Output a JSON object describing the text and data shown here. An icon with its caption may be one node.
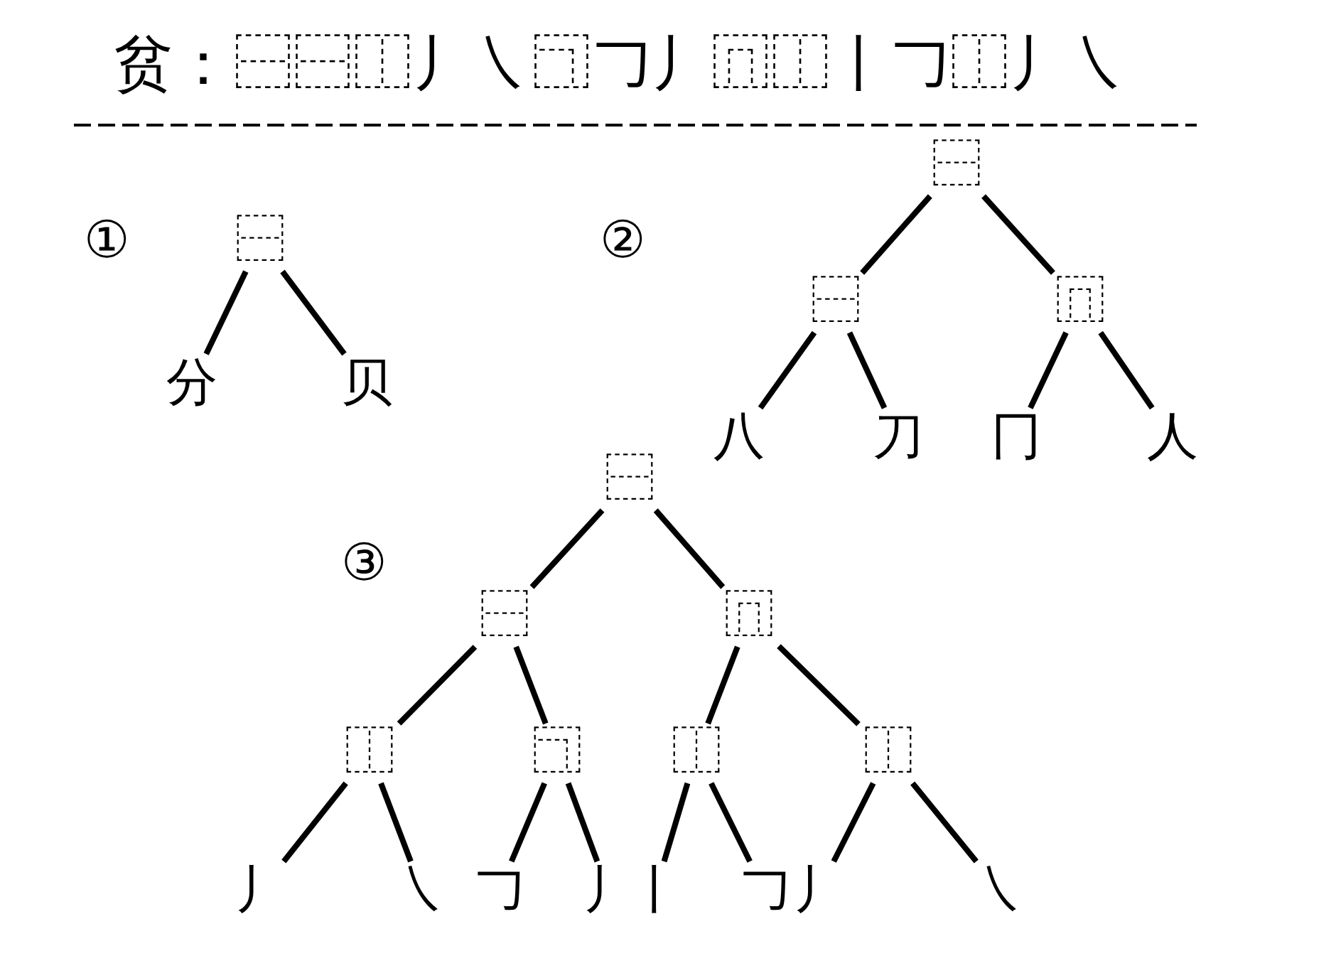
{
  "diagram": {
    "title": "贫：⿱⿱⿰丿㇏⿹𠃌丿⿵⿰丨𠃌⿰丿㇏",
    "nodes": [
      {
        "text": [
          "⿱"
        ]
      },
      {
        "text": [
          "分"
        ]
      },
      {
        "text": [
          "贝"
        ]
      },
      {
        "text": [
          "⿱"
        ]
      },
      {
        "text": [
          "⿱"
        ]
      },
      {
        "text": [
          "⿵"
        ]
      },
      {
        "text": [
          "八"
        ]
      },
      {
        "text": [
          "刀"
        ]
      },
      {
        "text": [
          "冂"
        ]
      },
      {
        "text": [
          "人"
        ]
      },
      {
        "text": [
          "⿱"
        ]
      },
      {
        "text": [
          "⿱"
        ]
      },
      {
        "text": [
          "⿵"
        ]
      },
      {
        "text": [
          "⿰"
        ]
      },
      {
        "text": [
          "⿹"
        ]
      },
      {
        "text": [
          "⿰"
        ]
      },
      {
        "text": [
          "⿰"
        ]
      },
      {
        "text": [
          "丿"
        ]
      },
      {
        "text": [
          "㇏"
        ]
      },
      {
        "text": [
          "𠃌"
        ]
      },
      {
        "text": [
          "丿"
        ]
      },
      {
        "text": [
          "丨"
        ]
      },
      {
        "text": [
          "𠃌"
        ]
      },
      {
        "text": [
          "丿"
        ]
      },
      {
        "text": [
          "㇏"
        ]
      }
    ],
    "edges": [
      {
        "from": 0,
        "to": 1,
        "arrow": "none"
      },
      {
        "from": 0,
        "to": 2,
        "arrow": "none"
      },
      {
        "from": 3,
        "to": 4,
        "arrow": "none"
      },
      {
        "from": 3,
        "to": 5,
        "arrow": "none"
      },
      {
        "from": 4,
        "to": 6,
        "arrow": "none"
      },
      {
        "from": 4,
        "to": 7,
        "arrow": "none"
      },
      {
        "from": 5,
        "to": 8,
        "arrow": "none"
      },
      {
        "from": 5,
        "to": 9,
        "arrow": "none"
      },
      {
        "from": 10,
        "to": 11,
        "arrow": "none"
      },
      {
        "from": 10,
        "to": 12,
        "arrow": "none"
      },
      {
        "from": 11,
        "to": 13,
        "arrow": "none"
      },
      {
        "from": 11,
        "to": 14,
        "arrow": "none"
      },
      {
        "from": 12,
        "to": 15,
        "arrow": "none"
      },
      {
        "from": 12,
        "to": 16,
        "arrow": "none"
      },
      {
        "from": 13,
        "to": 17,
        "arrow": "none"
      },
      {
        "from": 13,
        "to": 18,
        "arrow": "none"
      },
      {
        "from": 14,
        "to": 19,
        "arrow": "none"
      },
      {
        "from": 14,
        "to": 20,
        "arrow": "none"
      },
      {
        "from": 15,
        "to": 21,
        "arrow": "none"
      },
      {
        "from": 15,
        "to": 22,
        "arrow": "none"
      },
      {
        "from": 16,
        "to": 23,
        "arrow": "none"
      },
      {
        "from": 16,
        "to": 24,
        "arrow": "none"
      }
    ],
    "labels": [
      "①",
      "②",
      "③"
    ]
  }
}
